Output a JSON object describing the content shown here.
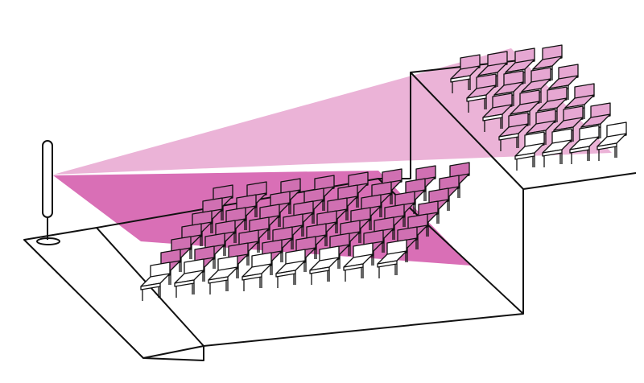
{
  "colors": {
    "background": "#ffffff",
    "outline": "#111111",
    "beam_dark": "#d96fb6",
    "beam_light": "#ebb3d7",
    "seat_dark": "#d070b2",
    "seat_light": "#e6a7d2",
    "seat_white": "#ffffff"
  },
  "lower_seating": {
    "rows": 7,
    "columns": 8
  },
  "upper_seating": {
    "rows": 5,
    "columns": 4
  },
  "icons": {
    "speaker": "column-speaker-icon",
    "chair": "chair-icon"
  }
}
